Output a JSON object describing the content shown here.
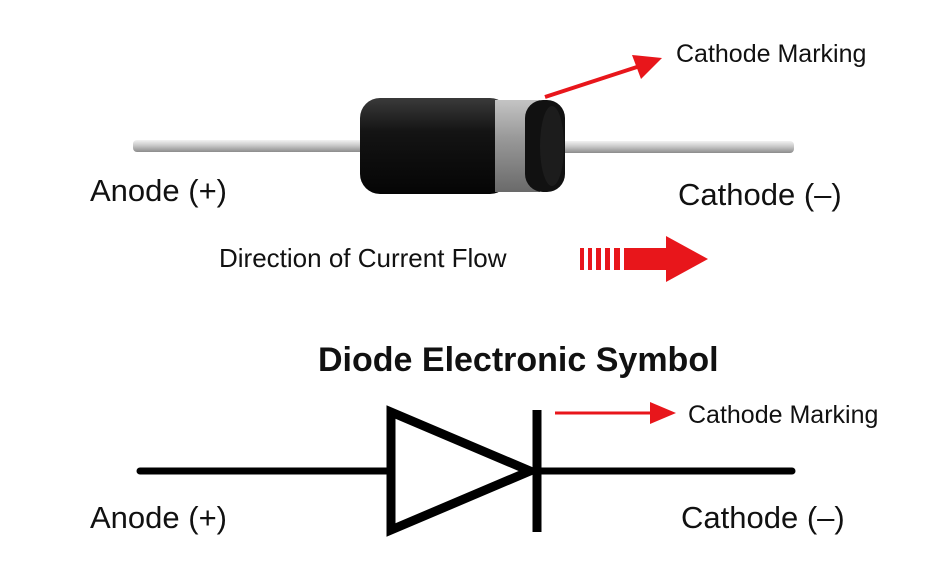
{
  "photo_section": {
    "cathode_marking_label": "Cathode Marking",
    "anode_label": "Anode (+)",
    "cathode_label": "Cathode (–)",
    "current_flow_label": "Direction of Current Flow"
  },
  "symbol_section": {
    "title": "Diode Electronic Symbol",
    "cathode_marking_label": "Cathode Marking",
    "anode_label": "Anode (+)",
    "cathode_label": "Cathode (–)"
  },
  "colors": {
    "arrow_red": "#e8161b",
    "diode_body": "#141414",
    "cathode_band": "#9a9a9a",
    "lead_wire": "#c9c9c9",
    "symbol_stroke": "#000000"
  },
  "icons": {
    "cathode_pointer": "red-arrow-icon",
    "flow_arrow": "dashed-red-arrow-icon"
  }
}
